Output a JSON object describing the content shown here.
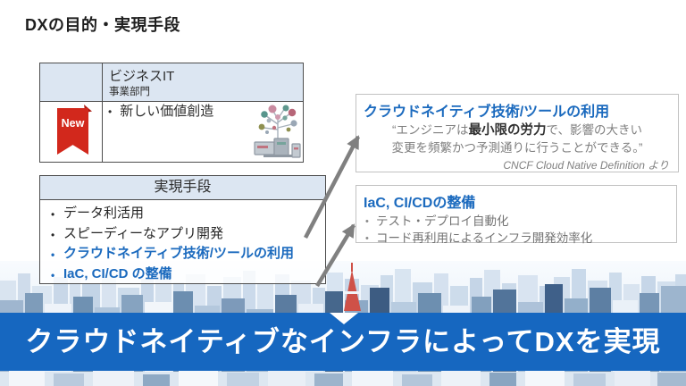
{
  "page": {
    "title": "DXの目的・実現手段"
  },
  "business_box": {
    "header_title": "ビジネスIT",
    "header_subtitle": "事業部門",
    "badge_label": "New",
    "bullet": "新しい価値創造",
    "bullet_marker": "•",
    "icon": "value-creation-tree-icon"
  },
  "methods_box": {
    "header": "実現手段",
    "items": [
      {
        "label": "データ利活用",
        "highlighted": false
      },
      {
        "label": "スピーディーなアプリ開発",
        "highlighted": false
      },
      {
        "label": "クラウドネイティブ技術/ツールの利用",
        "highlighted": true
      },
      {
        "label": "IaC, CI/CD の整備",
        "highlighted": true
      }
    ]
  },
  "cloud_native_panel": {
    "title": "クラウドネイティブ技術/ツールの利用",
    "quote_prefix": "“エンジニアは",
    "quote_emphasis": "最小限の労力",
    "quote_suffix": "で、影響の大きい",
    "quote_line2": "変更を頻繁かつ予測通りに行うことができる。”",
    "attribution": "CNCF Cloud Native Definition より"
  },
  "iac_panel": {
    "title": "IaC, CI/CDの整備",
    "items": [
      {
        "label": "テスト・デプロイ自動化"
      },
      {
        "label": "コード再利用によるインフラ開発効率化"
      }
    ]
  },
  "banner": {
    "text": "クラウドネイティブなインフラによってDXを実現"
  },
  "colors": {
    "accent_blue_text": "#1b6abe",
    "banner_blue": "#1667c0",
    "table_header_blue": "#dce6f2",
    "badge_red": "#d2281c",
    "arrow_gray": "#808080",
    "quote_gray": "#7f7f7f"
  }
}
